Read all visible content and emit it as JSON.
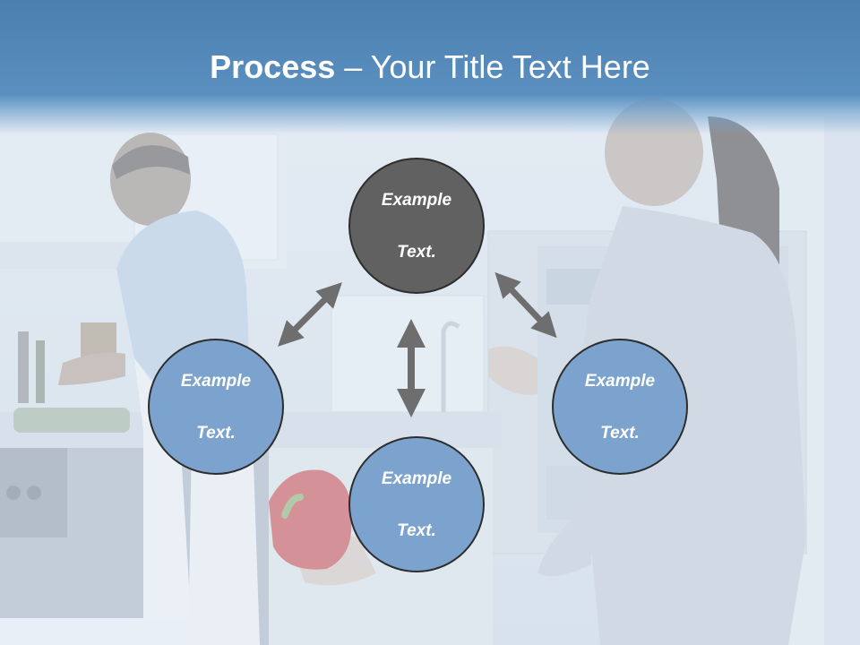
{
  "title": {
    "bold": "Process",
    "rest": " – Your Title Text Here"
  },
  "nodes": {
    "top": {
      "line1": "Example",
      "line2": "Text."
    },
    "left": {
      "line1": "Example",
      "line2": "Text."
    },
    "right": {
      "line1": "Example",
      "line2": "Text."
    },
    "bottom": {
      "line1": "Example",
      "line2": "Text."
    }
  },
  "colors": {
    "header": "#4a7fae",
    "node_center": "#616161",
    "node_outer": "#7ba3cd",
    "arrow": "#6e6e6e",
    "node_border": "#2d2d2d"
  },
  "background": "kitchen-photo"
}
